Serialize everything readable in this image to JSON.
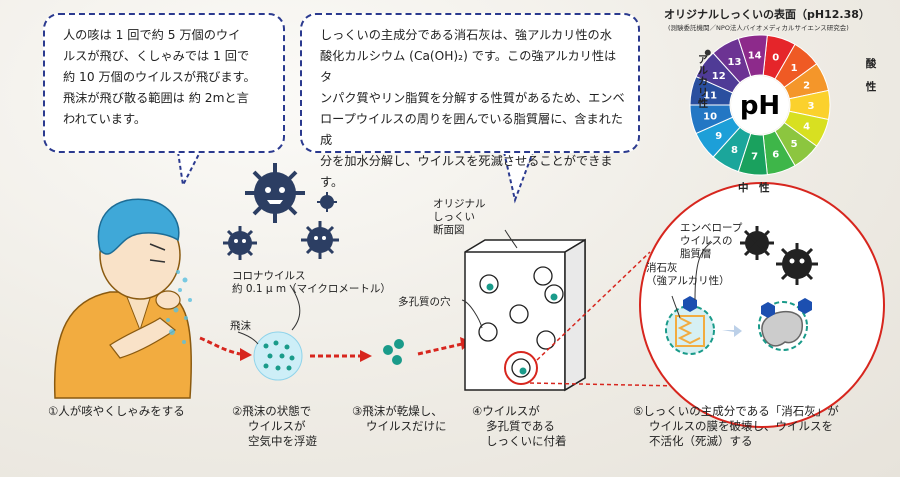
{
  "bubble_cough": {
    "lines": [
      "人の咳は 1 回で約 5 万個のウイ",
      "ルスが飛び、くしゃみでは 1 回で",
      "約 10 万個のウイルスが飛びます。",
      "飛沫が飛び散る範囲は 約 2mと言",
      "われています。"
    ]
  },
  "bubble_shikkui": {
    "lines": [
      "しっくいの主成分である消石灰は、強アルカリ性の水",
      "酸化カルシウム (Ca(OH)₂) です。この強アルカリ性はタ",
      "ンパク質やリン脂質を分解する性質があるため、エンベ",
      "ロープウイルスの周りを囲んでいる脂質層に、含まれた成",
      "分を加水分解し、ウイルスを死滅させることができます。"
    ]
  },
  "ph_chart": {
    "title": "オリジナルしっくいの表面（pH12.38）",
    "source": "(測験委託機関／NPO法人バイオメディカルサイエンス研究会)",
    "center": "pH",
    "numbers": [
      "0",
      "1",
      "2",
      "3",
      "4",
      "5",
      "6",
      "7",
      "8",
      "9",
      "10",
      "11",
      "12",
      "13",
      "14"
    ],
    "acid_label": [
      "酸",
      "性"
    ],
    "neutral_label": "中　性",
    "alkali_label": "アルカリ性"
  },
  "labels": {
    "virus": [
      "コロナウイルス",
      "約 0.1 μ m（マイクロメートル）"
    ],
    "droplet": "飛沫",
    "cross_section": [
      "オリジナル",
      "しっくい",
      "断面図"
    ],
    "pores": "多孔質の穴",
    "envelope": [
      "エンベロープ",
      "ウイルスの",
      "脂質層"
    ],
    "slaked_lime": [
      "消石灰",
      "（強アルカリ性）"
    ]
  },
  "steps": {
    "s1": [
      "①人が咳やくしゃみをする"
    ],
    "s2": [
      "②飛沫の状態で",
      "ウイルスが",
      "空気中を浮遊"
    ],
    "s3": [
      "③飛沫が乾燥し、",
      "ウイルスだけに"
    ],
    "s4": [
      "④ウイルスが",
      "多孔質である",
      "しっくいに付着"
    ],
    "s5": [
      "⑤しっくいの主成分である「消石灰」が",
      "ウイルスの膜を破壊し、ウイルスを",
      "不活化（死滅）する"
    ]
  },
  "colors": {
    "dashed_border": "#2b3a8f",
    "red_arrow": "#d7261e",
    "teal": "#1a9b8a",
    "virus_dark": "#2c3e63",
    "hair": "#3fa8d8",
    "shirt": "#f2ac40"
  }
}
